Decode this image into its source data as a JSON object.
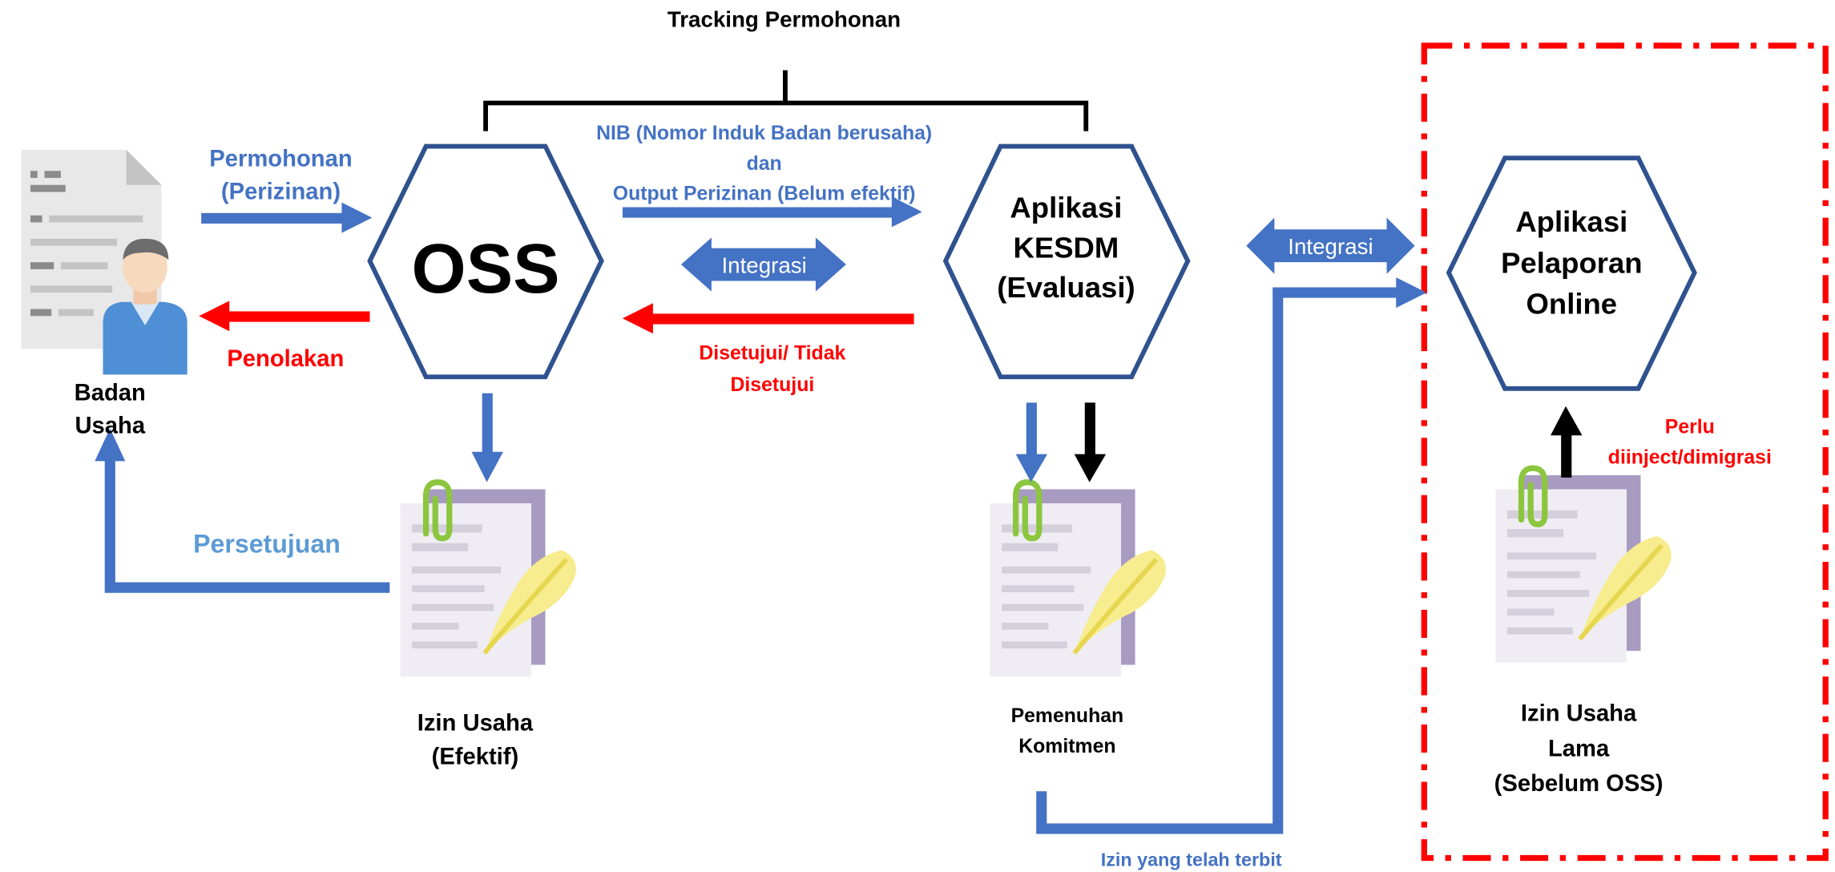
{
  "title": "Tracking Permohonan",
  "nodes": {
    "oss": "OSS",
    "kesdm_1": "Aplikasi",
    "kesdm_2": "KESDM",
    "kesdm_3": "(Evaluasi)",
    "pelaporan_1": "Aplikasi",
    "pelaporan_2": "Pelaporan",
    "pelaporan_3": "Online"
  },
  "actors": {
    "badan_usaha_1": "Badan",
    "badan_usaha_2": "Usaha"
  },
  "documents": {
    "izin_efektif_1": "Izin Usaha",
    "izin_efektif_2": "(Efektif)",
    "pemenuhan_1": "Pemenuhan",
    "pemenuhan_2": "Komitmen",
    "izin_lama_1": "Izin Usaha",
    "izin_lama_2": "Lama",
    "izin_lama_3": "(Sebelum OSS)"
  },
  "flows": {
    "permohonan_1": "Permohonan",
    "permohonan_2": "(Perizinan)",
    "penolakan": "Penolakan",
    "persetujuan": "Persetujuan",
    "nib_1": "NIB (Nomor Induk Badan berusaha)",
    "nib_2": "dan",
    "nib_3": "Output Perizinan (Belum efektif)",
    "integrasi_1": "Integrasi",
    "integrasi_2": "Integrasi",
    "disetujui_1": "Disetujui/ Tidak",
    "disetujui_2": "Disetujui",
    "izin_terbit": "Izin yang telah terbit",
    "perlu_1": "Perlu",
    "perlu_2": "diinject/dimigrasi"
  },
  "colors": {
    "node_border": "#2f528f",
    "flow_blue": "#4472c4",
    "flow_light_blue": "#5b9bd5",
    "reject_red": "#ff0000",
    "boundary_red": "#ff0000"
  }
}
